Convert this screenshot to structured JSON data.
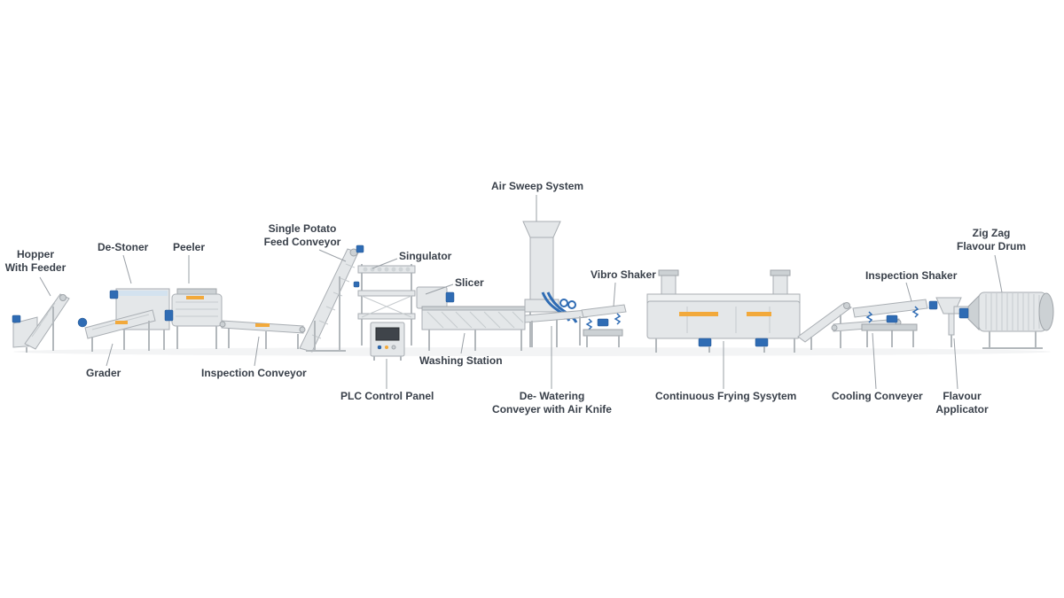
{
  "labels": {
    "hopper_with_feeder": "Hopper\nWith Feeder",
    "de_stoner": "De-Stoner",
    "peeler": "Peeler",
    "grader": "Grader",
    "inspection_conveyor": "Inspection Conveyor",
    "single_potato_feed_conveyor": "Single Potato\nFeed Conveyor",
    "singulator": "Singulator",
    "slicer": "Slicer",
    "plc_control_panel": "PLC Control Panel",
    "washing_station": "Washing Station",
    "air_sweep_system": "Air Sweep System",
    "de_watering_conveyor": "De- Watering\nConveyer with Air Knife",
    "vibro_shaker": "Vibro Shaker",
    "continuous_frying_system": "Continuous Frying Sysytem",
    "cooling_conveyer": "Cooling Conveyer",
    "inspection_shaker": "Inspection Shaker",
    "flavour_applicator": "Flavour\nApplicator",
    "zig_zag_flavour_drum": "Zig Zag\nFlavour Drum"
  },
  "colors": {
    "background": "#ffffff",
    "machine_body": "#e4e7e9",
    "machine_outline": "#a9aeb3",
    "accent_blue": "#2f6cb4",
    "accent_orange": "#f2a93b",
    "label_text": "#39404a",
    "leader_line": "#9aa0a6"
  }
}
